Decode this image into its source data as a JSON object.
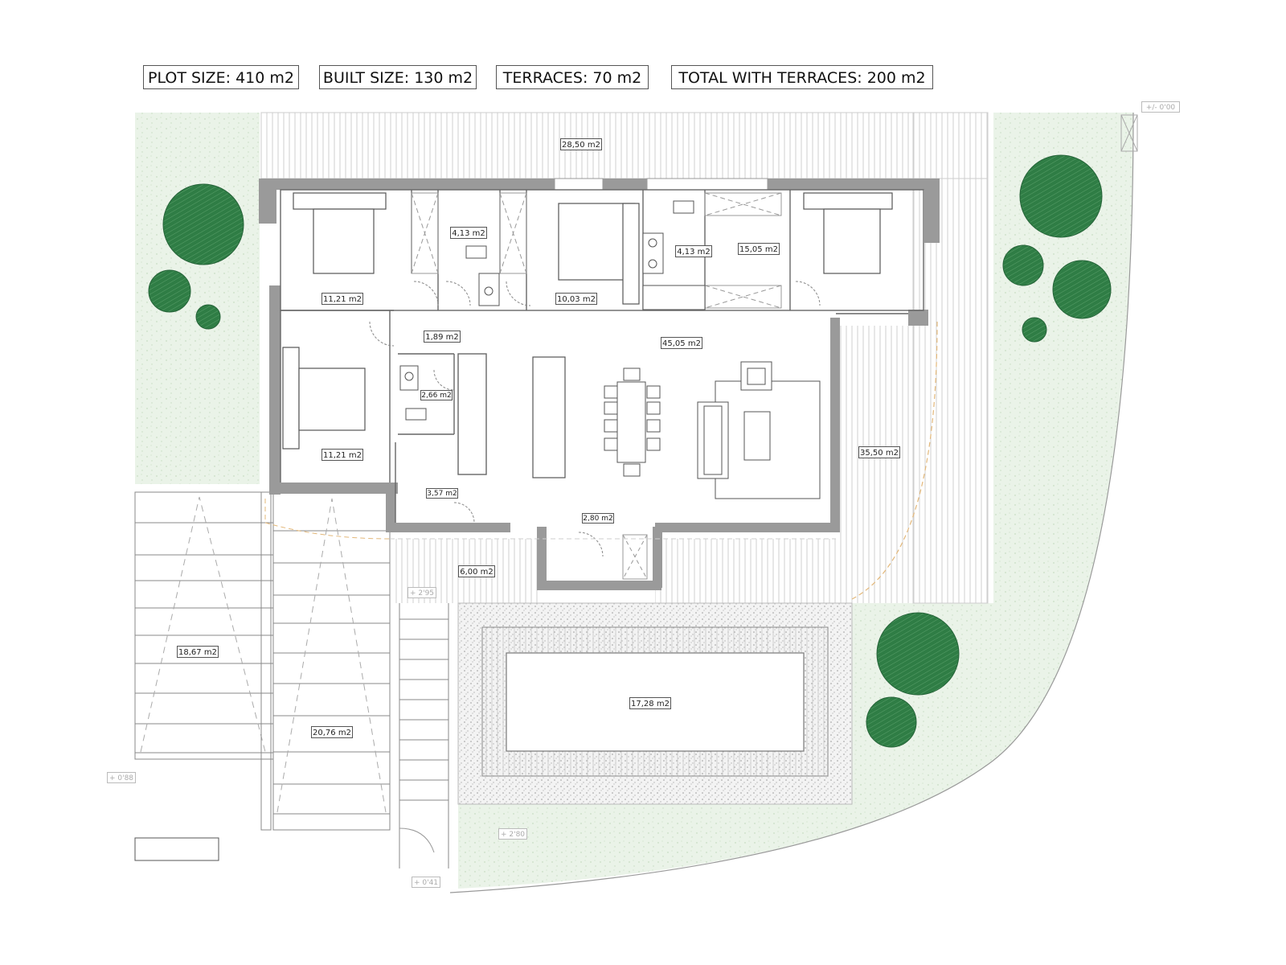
{
  "stats": {
    "plot_size": "PLOT SIZE: 410 m2",
    "built_size": "BUILT SIZE: 130 m2",
    "terraces": "TERRACES: 70 m2",
    "total": "TOTAL WITH TERRACES: 200 m2"
  },
  "areas": {
    "top_terrace": "28,50 m2",
    "bathroom_west": "4,13 m2",
    "bedroom_nw": "11,21 m2",
    "bedroom_center": "10,03 m2",
    "bathroom_east": "4,13 m2",
    "dressing": "15,05 m2",
    "hall": "1,89 m2",
    "living": "45,05 m2",
    "toilet": "2,66 m2",
    "bedroom_sw": "11,21 m2",
    "laundry": "3,57 m2",
    "east_terrace": "35,50 m2",
    "entrance": "2,80 m2",
    "porch": "6,00 m2",
    "stairs_left": "18,67 m2",
    "stairs_right": "20,76 m2",
    "pool": "17,28 m2"
  },
  "levels": {
    "top_right": "+/- 0'00",
    "west": "+ 0'88",
    "porch": "+ 2'95",
    "pool_south": "+ 2'80",
    "bottom": "+ 0'41"
  },
  "colors": {
    "garden": "#e9f2e7",
    "tree": "#2f7d45",
    "wall": "#9a9a9a",
    "deck_line": "#c9c9c9"
  }
}
